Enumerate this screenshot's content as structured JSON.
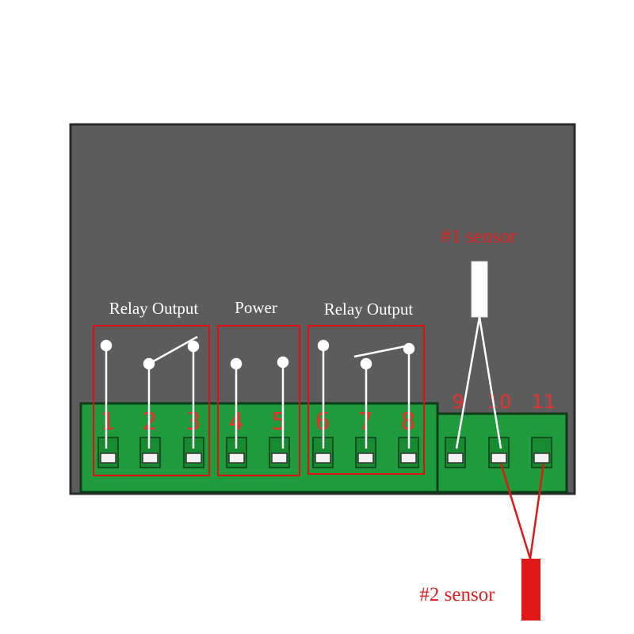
{
  "labels": {
    "relay_output_left": "Relay Output",
    "power": "Power",
    "relay_output_right": "Relay Output",
    "sensor1": "#1 sensor",
    "sensor2": "#2 sensor"
  },
  "terminals_main": [
    "1",
    "2",
    "3",
    "4",
    "5",
    "6",
    "7",
    "8"
  ],
  "terminals_sensor": [
    "9",
    "10",
    "11"
  ],
  "colors": {
    "housing": "#5c5c5c",
    "terminal_block": "#1f9a3c",
    "terminal_block_border": "#0d3d18",
    "highlight_box": "#e01010",
    "wire_white": "#ffffff",
    "sensor_red": "#e01818",
    "number_red": "#e8302a"
  }
}
